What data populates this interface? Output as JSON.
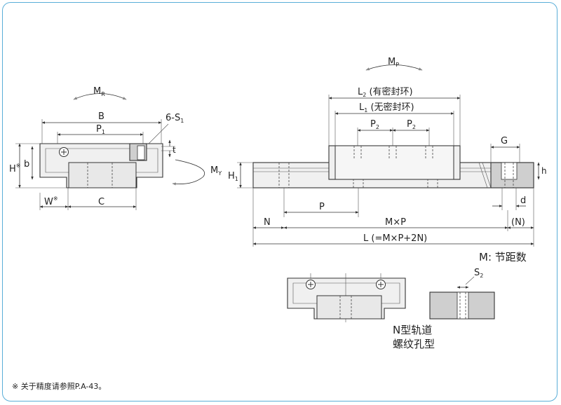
{
  "labels": {
    "MR": "M",
    "MR_sub": "R",
    "B": "B",
    "P1": "P",
    "P1_sub": "1",
    "S1": "6-S",
    "S1_sub": "1",
    "t": "t",
    "H": "H",
    "H_mark": "※",
    "b": "b",
    "MY": "M",
    "MY_sub": "Y",
    "W": "W",
    "W_mark": "※",
    "C": "C",
    "MP": "M",
    "MP_sub": "P",
    "L2": "L",
    "L2_sub": "2",
    "L2_note": " (有密封环)",
    "L1": "L",
    "L1_sub": "1",
    "L1_note": " (无密封环)",
    "P2a": "P",
    "P2a_sub": "2",
    "P2b": "P",
    "P2b_sub": "2",
    "H1": "H",
    "H1_sub": "1",
    "G": "G",
    "h": "h",
    "d": "d",
    "P": "P",
    "N": "N",
    "MxP": "M×P",
    "N_paren": "(N)",
    "L_formula": "L (=M×P+2N)",
    "M_note": "M: 节距数",
    "S2": "S",
    "S2_sub": "2",
    "n_type_line1": "N型轨道",
    "n_type_line2": "螺纹孔型"
  },
  "footnote": "※ 关于精度请参照P.A-43。"
}
